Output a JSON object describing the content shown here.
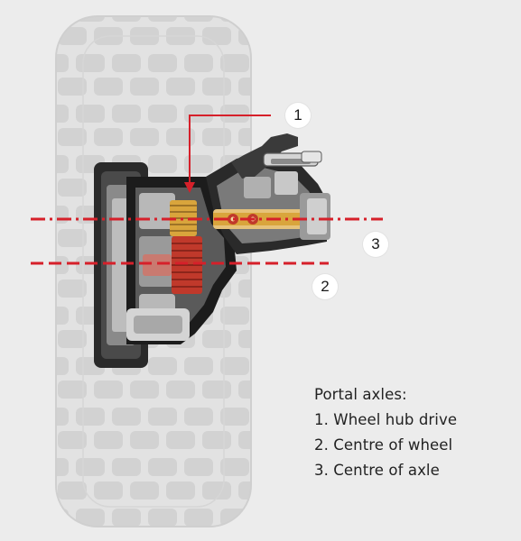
{
  "callouts": {
    "c1": "1",
    "c2": "2",
    "c3": "3"
  },
  "legend": {
    "heading": "Portal axles:",
    "items": [
      "1. Wheel hub drive",
      "2. Centre of wheel",
      "3. Centre of axle"
    ]
  },
  "colors": {
    "background": "#ececec",
    "accent_red": "#d6202a",
    "tyre_light": "#dcdcdc",
    "tyre_dark": "#c4c4c4",
    "mechanism_dark": "#1a1a1a",
    "gear_gold": "#d9a53c",
    "gear_red": "#c0392b"
  }
}
